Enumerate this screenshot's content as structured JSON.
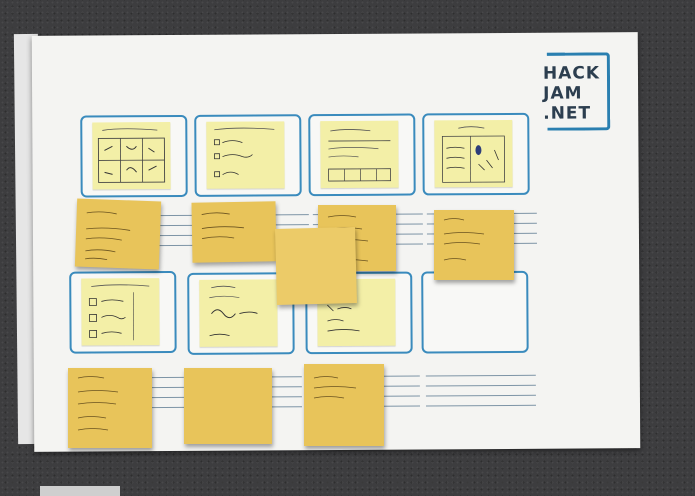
{
  "logo": {
    "lines": [
      "HACK",
      "JAM",
      ".NET"
    ],
    "brand_color": "#2a7fb0",
    "text_color": "#2c3e4f"
  },
  "colors": {
    "card_border": "#3a8bbd",
    "light_note": "#f3efa7",
    "yellow_note": "#e8c45a",
    "board": "#f4f4f2"
  }
}
